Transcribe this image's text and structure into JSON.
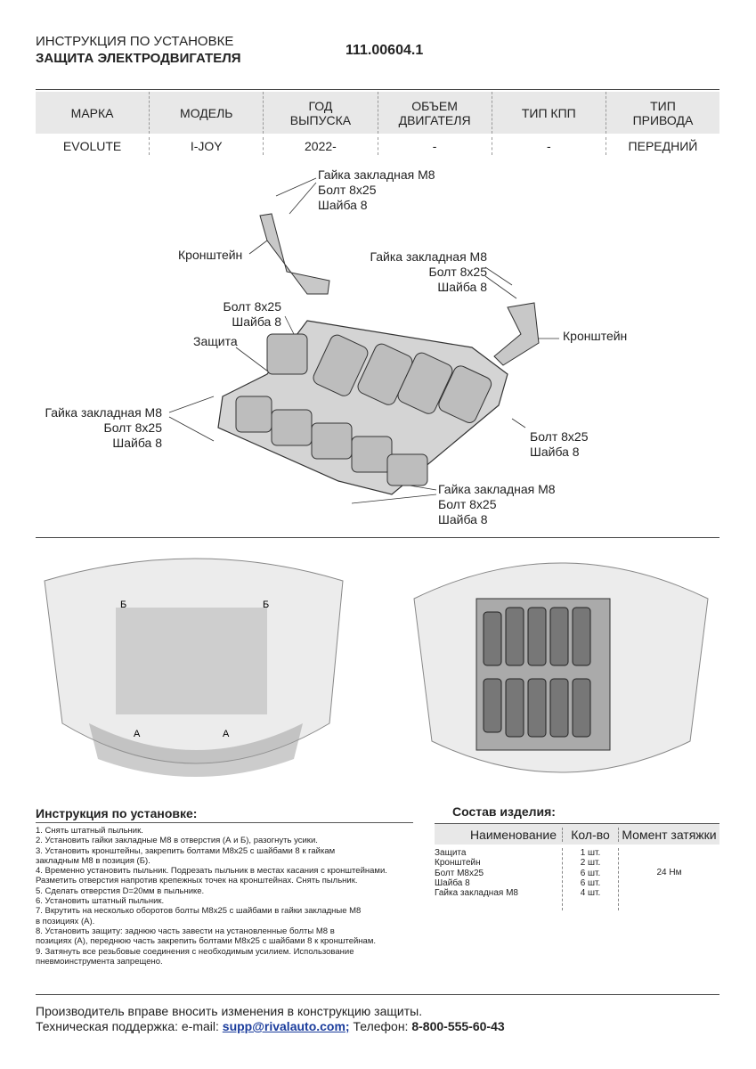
{
  "header": {
    "subtitle": "ИНСТРУКЦИЯ ПО УСТАНОВКЕ",
    "title": "ЗАЩИТА ЭЛЕКТРОДВИГАТЕЛЯ",
    "code": "111.00604.1"
  },
  "spec_table": {
    "headers": [
      "МАРКА",
      "МОДЕЛЬ",
      "ГОД\nВЫПУСКА",
      "ОБЪЕМ\nДВИГАТЕЛЯ",
      "ТИП КПП",
      "ТИП\nПРИВОДА"
    ],
    "values": [
      "EVOLUTE",
      "I-JOY",
      "2022-",
      "-",
      "-",
      "ПЕРЕДНИЙ"
    ]
  },
  "callouts": {
    "top": "Гайка закладная М8\nБолт 8х25\nШайба 8",
    "bracket_left": "Кронштейн",
    "mid_right": "Гайка закладная М8\nБолт 8х25\nШайба 8",
    "bracket_right": "Кронштейн",
    "bolt_left": "Болт 8х25\nШайба 8",
    "shield": "Защита",
    "left": "Гайка закладная М8\nБолт 8х25\nШайба 8",
    "bolt_right": "Болт 8х25\nШайба 8",
    "bottom": "Гайка закладная М8\nБолт 8х25\nШайба 8"
  },
  "photo_marks": {
    "a": "А",
    "b": "Б"
  },
  "instructions": {
    "title": "Инструкция по установке:",
    "steps": [
      "1. Снять штатный пыльник.",
      "2. Установить гайки закладные М8 в отверстия (А и Б), разогнуть усики.",
      "3. Установить кронштейны, закрепить болтами М8х25 с шайбами 8 к гайкам\nзакладным М8 в позиция (Б).",
      "4. Временно установить пыльник. Подрезать пыльник в местах касания с кронштейнами.\nРазметить отверстия напротив крепежных точек на кронштейнах. Снять пыльник.",
      "5. Сделать отверстия D=20мм в пыльнике.",
      "6. Установить штатный пыльник.",
      "7. Вкрутить на несколько оборотов болты М8х25 с шайбами в гайки закладные М8\nв позициях (А).",
      "8. Установить защиту: заднюю часть завести на установленные болты М8 в\nпозициях (А), переднюю часть закрепить болтами М8х25 с шайбами 8 к кронштейнам.",
      "9. Затянуть все резьбовые соединения с необходимым усилием. Использование\nпневмоинструмента запрещено."
    ]
  },
  "composition": {
    "title": "Состав изделия:",
    "headers": [
      "Наименование",
      "Кол-во",
      "Момент затяжки"
    ],
    "names": "Защита\nКронштейн\nБолт М8х25\nШайба 8\nГайка закладная М8",
    "qty": "1 шт.\n2 шт.\n6 шт.\n6 шт.\n4 шт.",
    "torque": "24 Нм"
  },
  "footer": {
    "note": "Производитель вправе вносить изменения в конструкцию защиты.",
    "support_label": "Техническая поддержка:  e-mail: ",
    "email": "supp@rivalauto.com;",
    "phone_label": " Телефон: ",
    "phone": "8-800-555-60-43"
  }
}
